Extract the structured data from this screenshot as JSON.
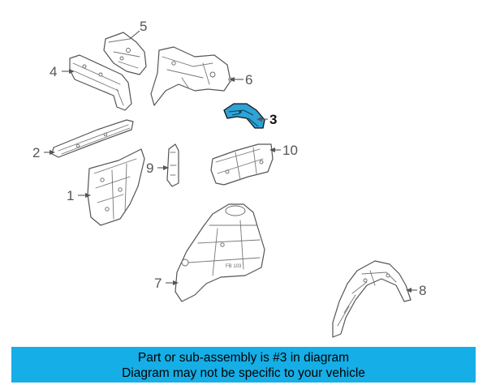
{
  "diagram": {
    "callouts": [
      {
        "num": "1"
      },
      {
        "num": "2"
      },
      {
        "num": "3",
        "highlighted": true
      },
      {
        "num": "4"
      },
      {
        "num": "5"
      },
      {
        "num": "6"
      },
      {
        "num": "7"
      },
      {
        "num": "8"
      },
      {
        "num": "9"
      },
      {
        "num": "10"
      }
    ],
    "highlight_color": "#2ea3d6",
    "part_stamp": "FB 103"
  },
  "banner": {
    "line1": "Part or sub-assembly is #3 in diagram",
    "line2": "Diagram may not be specific to your vehicle",
    "background": "#16aee6"
  }
}
